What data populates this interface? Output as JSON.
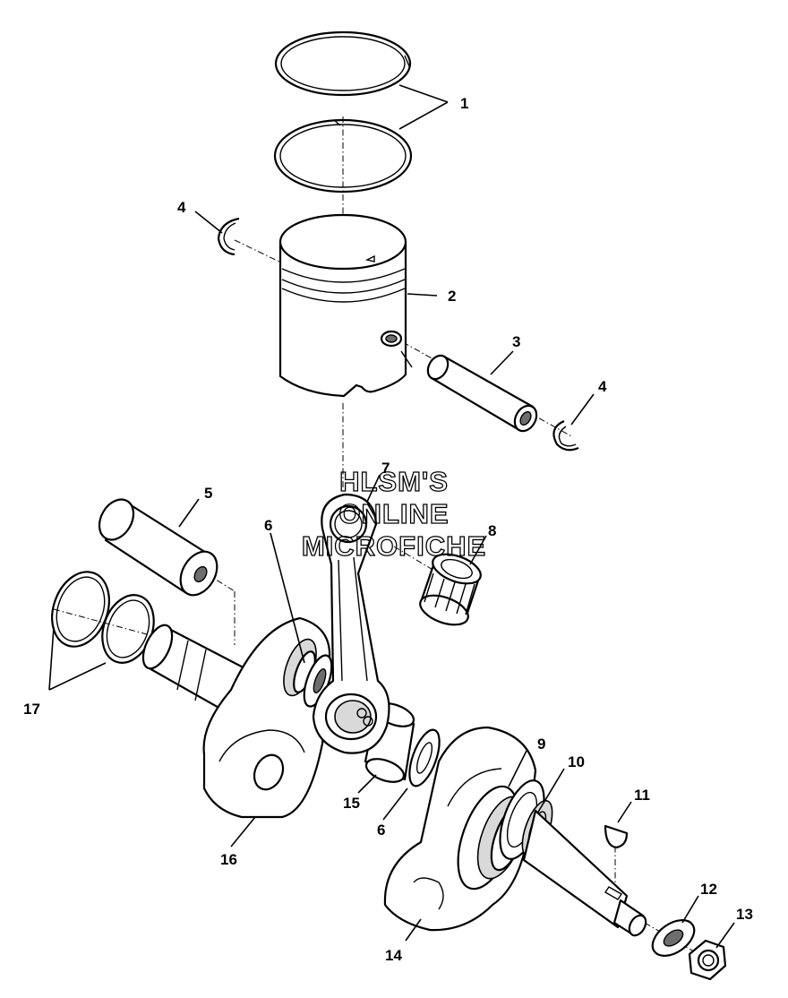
{
  "watermark": {
    "line1": "HLSM'S",
    "line2": "ONLINE",
    "line3": "MICROFICHE"
  },
  "callouts": {
    "c1": "1",
    "c2": "2",
    "c3": "3",
    "c4a": "4",
    "c4b": "4",
    "c5": "5",
    "c6a": "6",
    "c6b": "6",
    "c7": "7",
    "c8": "8",
    "c9": "9",
    "c10": "10",
    "c11": "11",
    "c12": "12",
    "c13": "13",
    "c14": "14",
    "c15": "15",
    "c16": "16",
    "c17": "17"
  }
}
